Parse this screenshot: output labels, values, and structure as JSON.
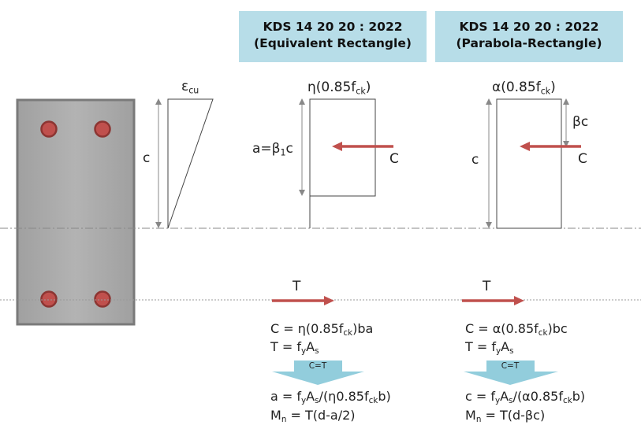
{
  "headers": {
    "left": {
      "line1": "KDS 14 20 20 : 2022",
      "line2": "(Equivalent Rectangle)"
    },
    "right": {
      "line1": "KDS 14 20 20 : 2022",
      "line2": "(Parabola-Rectangle)"
    }
  },
  "strain": {
    "symbol": "ε",
    "sub": "cu",
    "depth_label": "c"
  },
  "equiv": {
    "stress_pre": "η(0.85f",
    "stress_sub": "ck",
    "stress_post": ")",
    "depth_pre": "a=β",
    "depth_sub": "1",
    "depth_post": "c",
    "force_label": "C",
    "tension_label": "T",
    "eq1_pre": "C = η(0.85f",
    "eq1_sub": "ck",
    "eq1_post": ")ba",
    "eq2_pre": "T = f",
    "eq2_sub1": "y",
    "eq2_mid": "A",
    "eq2_sub2": "s",
    "balance": "C=T",
    "eq3_pre": "a = f",
    "eq3_sub1": "y",
    "eq3_mid": "A",
    "eq3_sub2": "s",
    "eq3_mid2": "/(η0.85f",
    "eq3_sub3": "ck",
    "eq3_post": "b)",
    "eq4_pre": "M",
    "eq4_sub": "n",
    "eq4_post": " = T(d-a/2)"
  },
  "parab": {
    "stress_pre": "α(0.85f",
    "stress_sub": "ck",
    "stress_post": ")",
    "depth_label": "c",
    "beta_label": "βc",
    "force_label": "C",
    "tension_label": "T",
    "eq1_pre": "C = α(0.85f",
    "eq1_sub": "ck",
    "eq1_post": ")bc",
    "eq2_pre": "T = f",
    "eq2_sub1": "y",
    "eq2_mid": "A",
    "eq2_sub2": "s",
    "balance": "C=T",
    "eq3_pre": "c = f",
    "eq3_sub1": "y",
    "eq3_mid": "A",
    "eq3_sub2": "s",
    "eq3_mid2": "/(α0.85f",
    "eq3_sub3": "ck",
    "eq3_post": "b)",
    "eq4_pre": "M",
    "eq4_sub": "n",
    "eq4_post": " = T(d-βc)"
  },
  "colors": {
    "header_bg": "#b7dde8",
    "arrow": "#c0504d",
    "rebar": "#c0504d",
    "section": "#a6a6a6",
    "balance_arrow": "#92cddc"
  }
}
